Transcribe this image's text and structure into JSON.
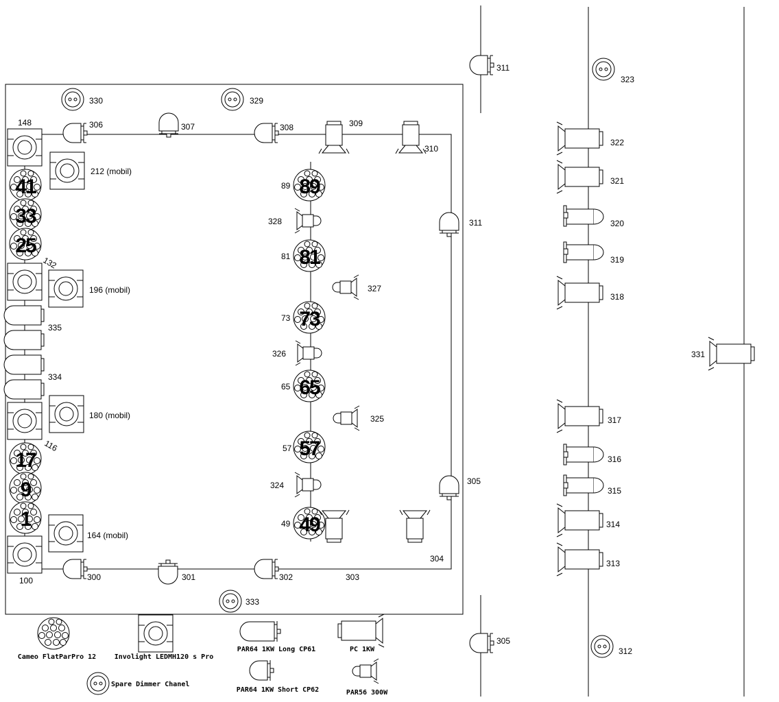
{
  "fixture_numbers": {
    "f311_top": "311",
    "f323": "323",
    "f330": "330",
    "f329": "329",
    "f148": "148",
    "f306": "306",
    "f307": "307",
    "f308": "308",
    "f309": "309",
    "f310": "310",
    "f322": "322",
    "f321": "321",
    "f320": "320",
    "f319": "319",
    "f318": "318",
    "f212": "212 (mobil)",
    "f196": "196 (mobil)",
    "f180": "180 (mobil)",
    "f164": "164 (mobil)",
    "f132": "132",
    "f116": "116",
    "f100": "100",
    "f335": "335",
    "f334": "334",
    "f89": "89",
    "f328": "328",
    "f81": "81",
    "f327": "327",
    "f73": "73",
    "f326": "326",
    "f65": "65",
    "f325": "325",
    "f57": "57",
    "f324": "324",
    "f49": "49",
    "f311_right": "311",
    "f305_right": "305",
    "f331": "331",
    "f317": "317",
    "f316": "316",
    "f315": "315",
    "f314": "314",
    "f313": "313",
    "f300": "300",
    "f301": "301",
    "f302": "302",
    "f303": "303",
    "f304": "304",
    "f333": "333",
    "f305_bottom": "305",
    "f312": "312"
  },
  "par_big_numbers": {
    "p41": "41",
    "p33": "33",
    "p25": "25",
    "p17": "17",
    "p9": "9",
    "p1": "1",
    "p89": "89",
    "p81": "81",
    "p73": "73",
    "p65": "65",
    "p57": "57",
    "p49": "49"
  },
  "legend": {
    "flatpar": "Cameo FlatParPro 12",
    "moving_head": "Involight LEDMH120 s Pro",
    "par64_long": "PAR64 1KW Long CP61",
    "pc": "PC 1KW",
    "spare": "Spare Dimmer Chanel",
    "par64_short": "PAR64 1KW Short CP62",
    "par56": "PAR56 300W"
  }
}
